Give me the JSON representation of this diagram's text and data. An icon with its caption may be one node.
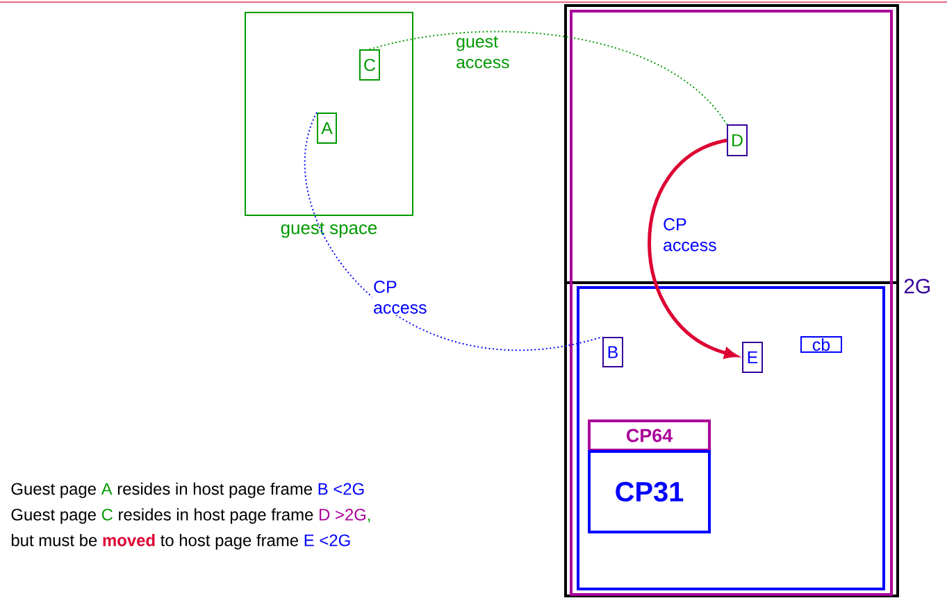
{
  "diagram": {
    "nodes": [
      {
        "text": [
          "guest space"
        ]
      },
      {
        "text": [
          "C"
        ],
        "in": 0
      },
      {
        "text": [
          "A"
        ],
        "in": 0
      },
      {
        "text": [],
        "shape": "box"
      },
      {
        "text": [],
        "shape": "box",
        "in": 3
      },
      {
        "text": [],
        "shape": "box",
        "in": 4
      },
      {
        "text": [
          "D"
        ],
        "in": 4
      },
      {
        "text": [
          "B"
        ],
        "in": 5
      },
      {
        "text": [
          "E"
        ],
        "in": 5
      },
      {
        "text": [
          "cb"
        ],
        "in": 5
      },
      {
        "text": [
          "CP64"
        ],
        "in": 5
      },
      {
        "text": [
          "CP31"
        ],
        "in": 5
      }
    ],
    "edges": [
      {
        "from": 1,
        "to": 6,
        "arrow": "none",
        "label": "guest access",
        "style": "dashed",
        "color": "#009900"
      },
      {
        "from": 2,
        "to": 7,
        "arrow": "none",
        "label": "CP access",
        "style": "dashed",
        "color": "#0000ff"
      },
      {
        "from": 6,
        "to": 8,
        "arrow": "to",
        "label": "CP access",
        "style": "thick",
        "color": "#dd0033"
      }
    ],
    "labels": [
      "2G",
      "Guest page",
      "A",
      "resides in host page frame",
      "B <2G",
      "Guest page",
      "C",
      "resides in host page frame",
      "D >2G",
      ",",
      "but must be",
      "moved",
      "to host page frame",
      "E <2G"
    ]
  }
}
